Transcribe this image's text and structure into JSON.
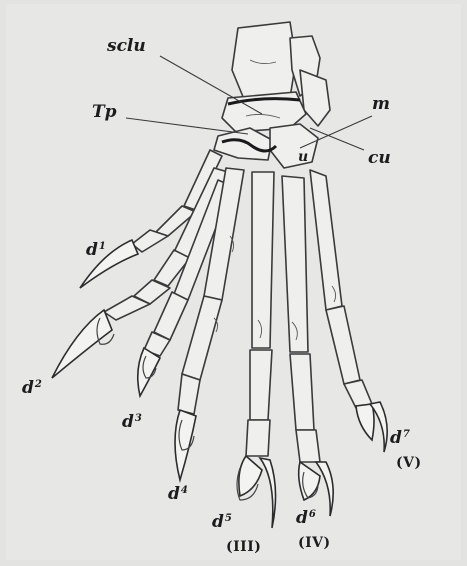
{
  "labels": {
    "sclu": "sclu",
    "tp": "Tp",
    "m": "m",
    "cu": "cu",
    "u": "u",
    "d1": {
      "base": "d",
      "sup": "1"
    },
    "d2": {
      "base": "d",
      "sup": "2"
    },
    "d3": {
      "base": "d",
      "sup": "3"
    },
    "d4": {
      "base": "d",
      "sup": "4"
    },
    "d5": {
      "base": "d",
      "sup": "5"
    },
    "d6": {
      "base": "d",
      "sup": "6"
    },
    "d7": {
      "base": "d",
      "sup": "7"
    },
    "roman_III": "(III)",
    "roman_IV": "(IV)",
    "roman_V": "(V)"
  }
}
